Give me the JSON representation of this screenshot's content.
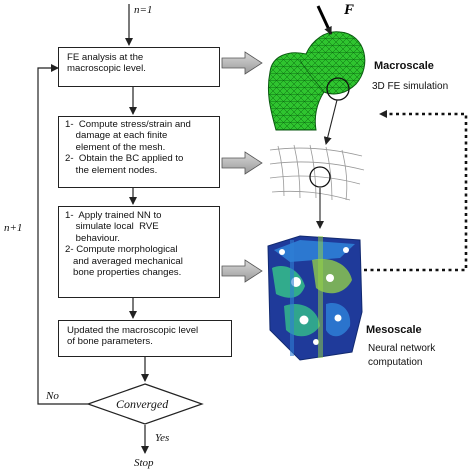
{
  "flowchart": {
    "start_label": "n=1",
    "loop_label": "n+1",
    "boxes": [
      {
        "id": "fe-analysis",
        "lines": [
          "FE analysis at the",
          "macroscopic level."
        ]
      },
      {
        "id": "stress-strain",
        "lines": [
          "1-  Compute stress/strain and",
          "    damage at each finite",
          "    element of the mesh.",
          "2-  Obtain the BC applied to",
          "    the element nodes."
        ]
      },
      {
        "id": "neural-net",
        "lines": [
          "1-  Apply trained NN to",
          "    simulate local  RVE",
          "    behaviour.",
          "2- Compute morphological",
          "   and averaged mechanical",
          "   bone properties changes."
        ]
      },
      {
        "id": "update",
        "lines": [
          "Updated the macroscopic level",
          "of bone parameters."
        ]
      }
    ],
    "decision": "Converged",
    "no_label": "No",
    "yes_label": "Yes",
    "stop_label": "Stop"
  },
  "macroscale": {
    "title": "Macroscale",
    "subtitle": "3D FE simulation",
    "force_label": "F",
    "mesh_color": "#2fc42f"
  },
  "mesoscale": {
    "title": "Mesoscale",
    "subtitle_lines": [
      "Neural network",
      "computation"
    ],
    "colors": [
      "#1f3a9a",
      "#2e7fd6",
      "#35c08a",
      "#98d646"
    ]
  }
}
